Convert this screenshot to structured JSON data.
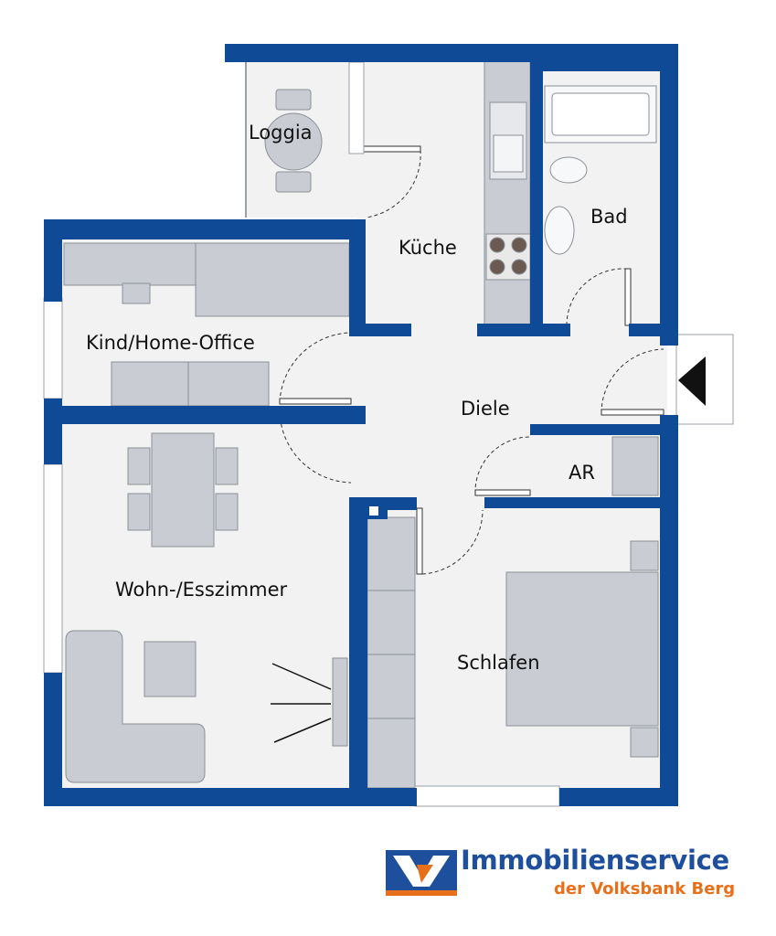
{
  "rooms": {
    "loggia": "Loggia",
    "kueche": "Küche",
    "bad": "Bad",
    "kind": "Kind/Home-Office",
    "diele": "Diele",
    "ar": "AR",
    "wohnen": "Wohn-/Esszimmer",
    "schlafen": "Schlafen"
  },
  "brand": {
    "line1": "Immobilienservice",
    "line2": "der Volksbank Berg"
  },
  "colors": {
    "wall": "#0f4a96",
    "floor": "#f2f2f2",
    "furniture": "#c9cdd3",
    "brand_blue": "#1d4f9c",
    "brand_orange": "#e8701a"
  }
}
